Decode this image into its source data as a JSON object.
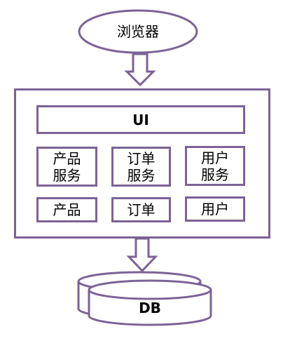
{
  "browser": {
    "label": "浏览器"
  },
  "app": {
    "ui_label": "UI",
    "services": [
      {
        "label": "产品\n服务"
      },
      {
        "label": "订单\n服务"
      },
      {
        "label": "用户\n服务"
      }
    ],
    "entities": [
      {
        "label": "产品"
      },
      {
        "label": "订单"
      },
      {
        "label": "用户"
      }
    ]
  },
  "database": {
    "label": "DB"
  },
  "colors": {
    "stroke": "#7b6395",
    "fill": "#ffffff"
  }
}
